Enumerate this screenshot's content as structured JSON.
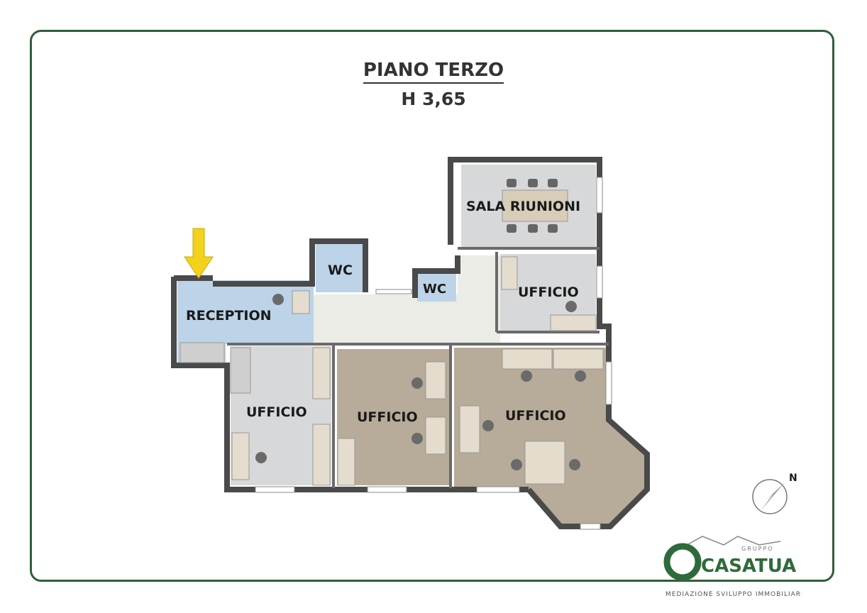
{
  "header": {
    "title": "PIANO TERZO",
    "height": "H 3,65"
  },
  "rooms": {
    "reception": "RECEPTION",
    "wc1": "WC",
    "wc2": "WC",
    "sala": "SALA RIUNIONI",
    "ufficio_right_small": "UFFICIO",
    "ufficio_left": "UFFICIO",
    "ufficio_center": "UFFICIO",
    "ufficio_big": "UFFICIO"
  },
  "compass": {
    "north": "N"
  },
  "logo": {
    "group": "GRUPPO",
    "name": "CASATUA",
    "tagline": "MEDIAZIONE SVILUPPO IMMOBILIARE"
  },
  "colors": {
    "frame": "#2f5e3c",
    "wall": "#4a4a4a",
    "reception": "#bcd3e8",
    "light_room": "#d7d8da",
    "office_tan": "#b7ab99",
    "corridor": "#ecece6",
    "arrow": "#f2d21a"
  }
}
